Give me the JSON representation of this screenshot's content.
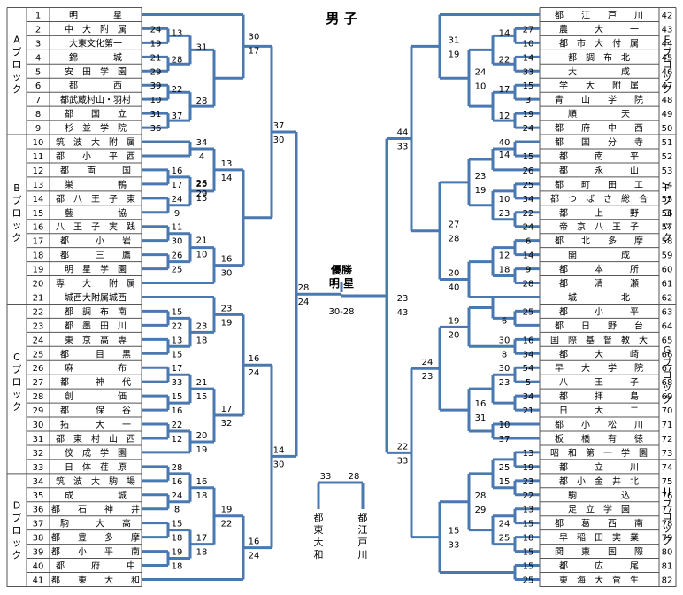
{
  "title": "男 子",
  "champion": {
    "label": "優勝",
    "name": "明 星",
    "score": "30-28"
  },
  "blocks": {
    "left": [
      {
        "label": "Aブロック"
      },
      {
        "label": "Bブロック"
      },
      {
        "label": "Cブロック"
      },
      {
        "label": "Dブロック"
      }
    ],
    "right": [
      {
        "label": "Eブロック"
      },
      {
        "label": "Fブロック"
      },
      {
        "label": "Gブロック"
      },
      {
        "label": "Hブロック"
      }
    ]
  },
  "teams_left": [
    {
      "no": "1",
      "name": "明　　　　星"
    },
    {
      "no": "2",
      "name": "中　大　附　属"
    },
    {
      "no": "3",
      "name": "大東文化第一"
    },
    {
      "no": "4",
      "name": "錦　　　　城"
    },
    {
      "no": "5",
      "name": "安　田　学　園"
    },
    {
      "no": "6",
      "name": "都　　　　西"
    },
    {
      "no": "7",
      "name": "都武蔵村山・羽村"
    },
    {
      "no": "8",
      "name": "都　　国　　立"
    },
    {
      "no": "9",
      "name": "杉　並　学　院"
    },
    {
      "no": "10",
      "name": "筑　波　大　附　属"
    },
    {
      "no": "11",
      "name": "都　　小　　平　西"
    },
    {
      "no": "12",
      "name": "都　　両　　　国"
    },
    {
      "no": "13",
      "name": "巣　　　　　鴨"
    },
    {
      "no": "14",
      "name": "都　八　王　子　東"
    },
    {
      "no": "15",
      "name": "藝　　　　　協"
    },
    {
      "no": "16",
      "name": "八　王　子　実　践"
    },
    {
      "no": "17",
      "name": "都　　　小　　岩"
    },
    {
      "no": "18",
      "name": "都　　　三　　鷹"
    },
    {
      "no": "19",
      "name": "明　星　学　園"
    },
    {
      "no": "20",
      "name": "専　　大　　附　属"
    },
    {
      "no": "21",
      "name": "城西大附属城西"
    },
    {
      "no": "22",
      "name": "都　調　布　南"
    },
    {
      "no": "23",
      "name": "都　墨　田　川"
    },
    {
      "no": "24",
      "name": "東　京　高　専"
    },
    {
      "no": "25",
      "name": "都　　　目　　黒"
    },
    {
      "no": "26",
      "name": "麻　　　　　布"
    },
    {
      "no": "27",
      "name": "都　　　神　　代"
    },
    {
      "no": "28",
      "name": "創　　　　　価"
    },
    {
      "no": "29",
      "name": "都　　　保　　谷"
    },
    {
      "no": "30",
      "name": "拓　　　大　　一"
    },
    {
      "no": "31",
      "name": "都　東　村　山　西"
    },
    {
      "no": "32",
      "name": "佼　成　学　園"
    },
    {
      "no": "33",
      "name": "日　体　荏　原"
    },
    {
      "no": "34",
      "name": "筑　波　大　駒　場"
    },
    {
      "no": "35",
      "name": "成　　　　　城"
    },
    {
      "no": "36",
      "name": "都　　石　　神　　井"
    },
    {
      "no": "37",
      "name": "駒　　　大　　高"
    },
    {
      "no": "38",
      "name": "都　　豊　　多　　摩"
    },
    {
      "no": "39",
      "name": "都　　小　　平　　南"
    },
    {
      "no": "40",
      "name": "都　　　府　　　中"
    },
    {
      "no": "41",
      "name": "都　　東　　大　　和"
    }
  ],
  "teams_right": [
    {
      "no": "42",
      "name": "都　　江　　戸　　川"
    },
    {
      "no": "43",
      "name": "農　　　大　　　一"
    },
    {
      "no": "44",
      "name": "都　市　大　付　属"
    },
    {
      "no": "45",
      "name": "都　調　布　北"
    },
    {
      "no": "46",
      "name": "大　　　　　成"
    },
    {
      "no": "47",
      "name": "学　　大　　附　属"
    },
    {
      "no": "48",
      "name": "青　　山　　学　　院"
    },
    {
      "no": "49",
      "name": "順　　　　　天"
    },
    {
      "no": "50",
      "name": "都　　府　　中　　西"
    },
    {
      "no": "51",
      "name": "都　　国　　分　　寺"
    },
    {
      "no": "52",
      "name": "都　　　南　　　平"
    },
    {
      "no": "53",
      "name": "都　　　永　　　山"
    },
    {
      "no": "54",
      "name": "都　　町　　田　　工"
    },
    {
      "no": "55",
      "name": "都　つ　ば　さ　総　合"
    },
    {
      "no": "56",
      "name": "都　　　上　　　野"
    },
    {
      "no": "57",
      "name": "帝　京　八　王　子"
    },
    {
      "no": "58",
      "name": "都　　北　　多　　摩"
    },
    {
      "no": "59",
      "name": "開　　　　　成"
    },
    {
      "no": "60",
      "name": "都　　　本　　　所"
    },
    {
      "no": "61",
      "name": "都　　　清　　　瀬"
    },
    {
      "no": "62",
      "name": "城　　　　　北"
    },
    {
      "no": "63",
      "name": "都　　　小　　　平"
    },
    {
      "no": "64",
      "name": "都　　日　　野　　台"
    },
    {
      "no": "65",
      "name": "国　際　基　督　教　大"
    },
    {
      "no": "66",
      "name": "都　　　大　　　崎"
    },
    {
      "no": "67",
      "name": "早　　大　　学　　院"
    },
    {
      "no": "68",
      "name": "八　　　王　　　子"
    },
    {
      "no": "69",
      "name": "都　　　拝　　　島"
    },
    {
      "no": "70",
      "name": "日　　　大　　　二"
    },
    {
      "no": "71",
      "name": "都　　小　　松　　川"
    },
    {
      "no": "72",
      "name": "板　　橋　　有　　徳"
    },
    {
      "no": "73",
      "name": "昭　和　第　一　学　園"
    },
    {
      "no": "74",
      "name": "都　　　立　　　川"
    },
    {
      "no": "75",
      "name": "都　小　金　井　北"
    },
    {
      "no": "76",
      "name": "駒　　　　　込"
    },
    {
      "no": "77",
      "name": "足　立　学　園"
    },
    {
      "no": "78",
      "name": "都　　葛　　西　　南"
    },
    {
      "no": "79",
      "name": "早　稲　田　実　業"
    },
    {
      "no": "80",
      "name": "関　　東　　国　　際"
    },
    {
      "no": "81",
      "name": "都　　　広　　　尾"
    },
    {
      "no": "82",
      "name": "東　海　大　菅　生"
    }
  ],
  "scores_left": [
    {
      "val": "24"
    },
    {
      "val": "19"
    },
    {
      "val": "21"
    },
    {
      "val": "29"
    },
    {
      "val": "39"
    },
    {
      "val": "10"
    },
    {
      "val": "31"
    },
    {
      "val": "36"
    },
    {
      "val": "13"
    },
    {
      "val": "28"
    },
    {
      "val": "22"
    },
    {
      "val": "37"
    },
    {
      "val": "31"
    },
    {
      "val": "28"
    },
    {
      "val": "30"
    },
    {
      "val": "17"
    },
    {
      "val": "34"
    },
    {
      "val": "4"
    },
    {
      "val": "16"
    },
    {
      "val": "17"
    },
    {
      "val": "24"
    },
    {
      "val": "9"
    },
    {
      "val": "11"
    },
    {
      "val": "30"
    },
    {
      "val": "26"
    },
    {
      "val": "25"
    },
    {
      "val": "25"
    },
    {
      "val": "15"
    },
    {
      "val": "29"
    },
    {
      "val": "26"
    },
    {
      "val": "21"
    },
    {
      "val": "10"
    },
    {
      "val": "13"
    },
    {
      "val": "14"
    },
    {
      "val": "16"
    },
    {
      "val": "30"
    },
    {
      "val": "37"
    },
    {
      "val": "30"
    },
    {
      "val": "15"
    },
    {
      "val": "22"
    },
    {
      "val": "13"
    },
    {
      "val": "15"
    },
    {
      "val": "23"
    },
    {
      "val": "18"
    },
    {
      "val": "23"
    },
    {
      "val": "19"
    },
    {
      "val": "17"
    },
    {
      "val": "33"
    },
    {
      "val": "15"
    },
    {
      "val": "16"
    },
    {
      "val": "21"
    },
    {
      "val": "15"
    },
    {
      "val": "22"
    },
    {
      "val": "12"
    },
    {
      "val": "20"
    },
    {
      "val": "19"
    },
    {
      "val": "17"
    },
    {
      "val": "32"
    },
    {
      "val": "16"
    },
    {
      "val": "24"
    },
    {
      "val": "28"
    },
    {
      "val": "16"
    },
    {
      "val": "24"
    },
    {
      "val": "8"
    },
    {
      "val": "16"
    },
    {
      "val": "18"
    },
    {
      "val": "19"
    },
    {
      "val": "22"
    },
    {
      "val": "15"
    },
    {
      "val": "18"
    },
    {
      "val": "19"
    },
    {
      "val": "18"
    },
    {
      "val": "17"
    },
    {
      "val": "18"
    },
    {
      "val": "16"
    },
    {
      "val": "24"
    },
    {
      "val": "14"
    },
    {
      "val": "30"
    },
    {
      "val": "28"
    },
    {
      "val": "24"
    }
  ],
  "scores_right": [
    {
      "val": "27"
    },
    {
      "val": "10"
    },
    {
      "val": "14"
    },
    {
      "val": "22"
    },
    {
      "val": "14"
    },
    {
      "val": "33"
    },
    {
      "val": "31"
    },
    {
      "val": "19"
    },
    {
      "val": "24"
    },
    {
      "val": "10"
    },
    {
      "val": "15"
    },
    {
      "val": "3"
    },
    {
      "val": "17"
    },
    {
      "val": "12"
    },
    {
      "val": "19"
    },
    {
      "val": "24"
    },
    {
      "val": "44"
    },
    {
      "val": "33"
    },
    {
      "val": "40"
    },
    {
      "val": "15"
    },
    {
      "val": "14"
    },
    {
      "val": "26"
    },
    {
      "val": "23"
    },
    {
      "val": "19"
    },
    {
      "val": "25"
    },
    {
      "val": "34"
    },
    {
      "val": "10"
    },
    {
      "val": "23"
    },
    {
      "val": "22"
    },
    {
      "val": "24"
    },
    {
      "val": "27"
    },
    {
      "val": "28"
    },
    {
      "val": "6"
    },
    {
      "val": "14"
    },
    {
      "val": "12"
    },
    {
      "val": "18"
    },
    {
      "val": "9"
    },
    {
      "val": "28"
    },
    {
      "val": "20"
    },
    {
      "val": "40"
    },
    {
      "val": "23"
    },
    {
      "val": "43"
    },
    {
      "val": "19"
    },
    {
      "val": "20"
    },
    {
      "val": "25"
    },
    {
      "val": "6"
    },
    {
      "val": "16"
    },
    {
      "val": "30"
    },
    {
      "val": "8"
    },
    {
      "val": "34"
    },
    {
      "val": "24"
    },
    {
      "val": "23"
    },
    {
      "val": "54"
    },
    {
      "val": "5"
    },
    {
      "val": "30"
    },
    {
      "val": "23"
    },
    {
      "val": "34"
    },
    {
      "val": "21"
    },
    {
      "val": "16"
    },
    {
      "val": "31"
    },
    {
      "val": "10"
    },
    {
      "val": "37"
    },
    {
      "val": "22"
    },
    {
      "val": "33"
    },
    {
      "val": "13"
    },
    {
      "val": "19"
    },
    {
      "val": "25"
    },
    {
      "val": "15"
    },
    {
      "val": "23"
    },
    {
      "val": "22"
    },
    {
      "val": "13"
    },
    {
      "val": "15"
    },
    {
      "val": "28"
    },
    {
      "val": "29"
    },
    {
      "val": "24"
    },
    {
      "val": "25"
    },
    {
      "val": "15"
    },
    {
      "val": "33"
    },
    {
      "val": "18"
    },
    {
      "val": "15"
    },
    {
      "val": "15"
    },
    {
      "val": "25"
    }
  ],
  "third_place": {
    "score_left": "33",
    "score_right": "28",
    "team_left": "都東大和",
    "team_right": "都江戸川"
  },
  "colors": {
    "bracket_line": "#4a79b2",
    "grid_line": "#555555",
    "text": "#000000"
  }
}
